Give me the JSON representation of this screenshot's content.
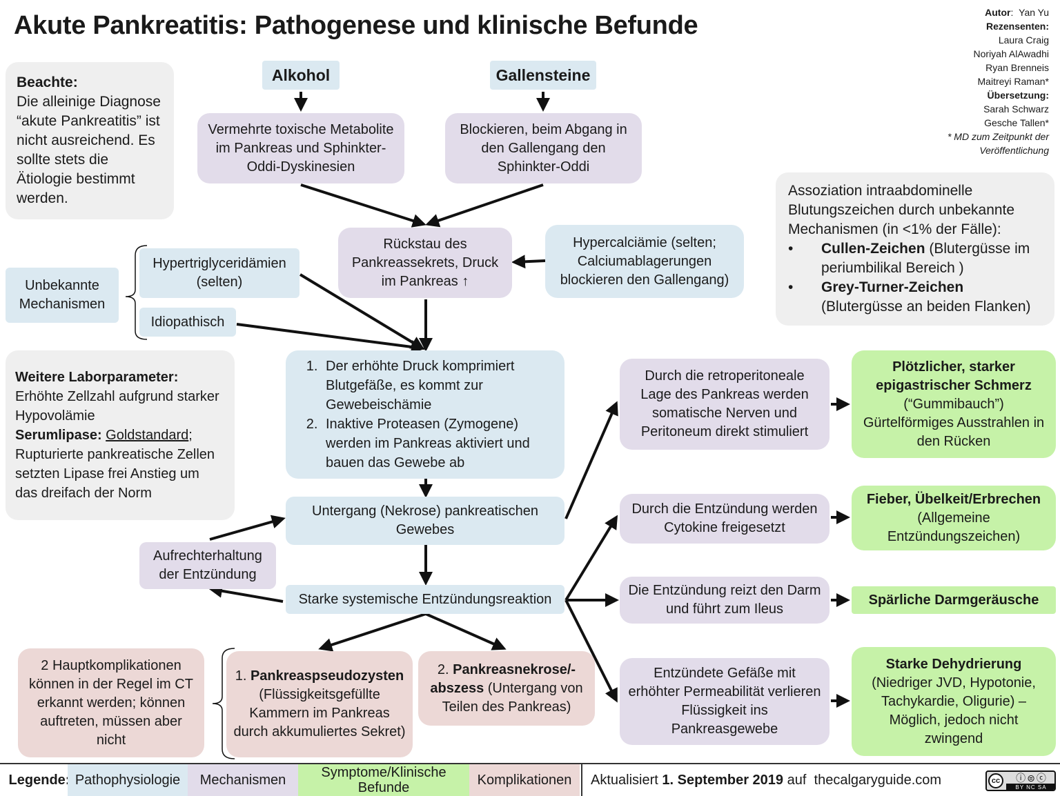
{
  "title": "Akute Pankreatitis: Pathogenese und klinische Befunde",
  "credits": {
    "author_label": "Autor",
    "author": "Yan Yu",
    "reviewers_label": "Rezensenten:",
    "reviewers": [
      "Laura Craig",
      "Noriyah AlAwadhi",
      "Ryan Brenneis",
      "Maitreyi Raman*"
    ],
    "translation_label": "Übersetzung:",
    "translators": [
      "Sarah Schwarz",
      "Gesche Tallen*"
    ],
    "footnote_1": "* MD zum Zeitpunkt der",
    "footnote_2": "Veröffentlichung"
  },
  "note": {
    "heading": "Beachte:",
    "text": "Die alleinige Diagnose “akute Pankreatitis” ist nicht ausreichend. Es sollte stets die Ätiologie bestimmt werden."
  },
  "causes": {
    "alcohol": "Alkohol",
    "gallstones": "Gallensteine",
    "alcohol_mech": "Vermehrte toxische Metabolite im Pankreas und Sphinkter-Oddi-Dyskinesien",
    "gallstones_mech": "Blockieren, beim Abgang in den Gallengang den Sphinkter-Oddi",
    "backflow": "Rückstau des Pankreassekrets, Druck im Pankreas ↑",
    "hypercalcemia": "Hypercalciämie (selten; Calciumablagerungen blockieren den Gallengang)",
    "unknown": "Unbekannte Mechanismen",
    "hypertrig": "Hypertriglyceridämien (selten)",
    "idiopathic": "Idiopathisch"
  },
  "lab": {
    "heading": "Weitere Laborparameter:",
    "line1": "Erhöhte Zellzahl aufgrund starker Hypovolämie",
    "lipase_label": "Serumlipase:",
    "gold": "Goldstandard",
    "semicolon": ";",
    "line2": "Rupturierte pankreatische Zellen setzten Lipase frei Anstieg um das dreifach der Norm"
  },
  "pressure": {
    "step1": "Der erhöhte Druck komprimiert Blutgefäße,  es kommt zur Gewebeischämie",
    "step2": "Inaktive Proteasen (Zymogene) werden im Pankreas aktiviert und bauen das Gewebe ab"
  },
  "necrosis": "Untergang (Nekrose) pankreatischen Gewebes",
  "maintain": "Aufrechterhaltung der Entzündung",
  "systemic": "Starke systemische Entzündungsreaktion",
  "complications": {
    "intro": "2 Hauptkomplikationen können in der Regel im CT erkannt werden; können auftreten, müssen aber nicht",
    "c1_num": "1.",
    "c1_bold": "Pankreaspseudozysten",
    "c1_rest": "(Flüssigkeitsgefüllte Kammern im Pankreas durch akkumuliertes Sekret)",
    "c2_num": "2.",
    "c2_bold": "Pankreasnekrose/-abszess",
    "c2_rest": "(Untergang von Teilen des Pankreas)"
  },
  "bleeding": {
    "intro": "Assoziation intraabdominelle Blutungszeichen durch unbekannte Mechanismen (in <1% der Fälle):",
    "cullen_bold": "Cullen-Zeichen",
    "cullen_rest": "(Blutergüsse im periumbilikal Bereich )",
    "grey_bold": "Grey-Turner-Zeichen",
    "grey_rest": "(Blutergüsse an beiden Flanken)"
  },
  "mechanisms": {
    "m1": "Durch die retroperitoneale Lage des Pankreas werden somatische Nerven und Peritoneum direkt stimuliert",
    "m2": "Durch die Entzündung werden Cytokine freigesetzt",
    "m3": "Die Entzündung reizt den Darm und führt zum Ileus",
    "m4": "Entzündete Gefäße mit erhöhter Permeabilität verlieren Flüssigkeit ins Pankreasgewebe"
  },
  "symptoms": {
    "s1_bold": "Plötzlicher, starker epigastrischer Schmerz",
    "s1_rest": "(“Gummibauch”) Gürtelförmiges Ausstrahlen in den Rücken",
    "s2_bold": "Fieber, Übelkeit/Erbrechen",
    "s2_rest": "(Allgemeine Entzündungszeichen)",
    "s3_bold": "Spärliche Darmgeräusche",
    "s4_bold": "Starke Dehydrierung",
    "s4_rest": "(Niedriger JVD, Hypotonie, Tachykardie, Oligurie) – Möglich, jedoch nicht zwingend"
  },
  "legend": {
    "label": "Legende:",
    "patho": "Pathophysiologie",
    "mech": "Mechanismen",
    "symp": "Symptome/Klinische Befunde",
    "comp": "Komplikationen",
    "updated_prefix": "Aktualisiert",
    "updated_date": "1. September 2019",
    "updated_mid": "auf",
    "site": "thecalgaryguide.com",
    "license": "BY NC SA"
  },
  "colors": {
    "pathophysiology": "#dbe9f1",
    "mechanisms": "#e2dcea",
    "symptoms": "#c6f2a8",
    "complications": "#ecd8d6",
    "notes": "#efefef"
  }
}
